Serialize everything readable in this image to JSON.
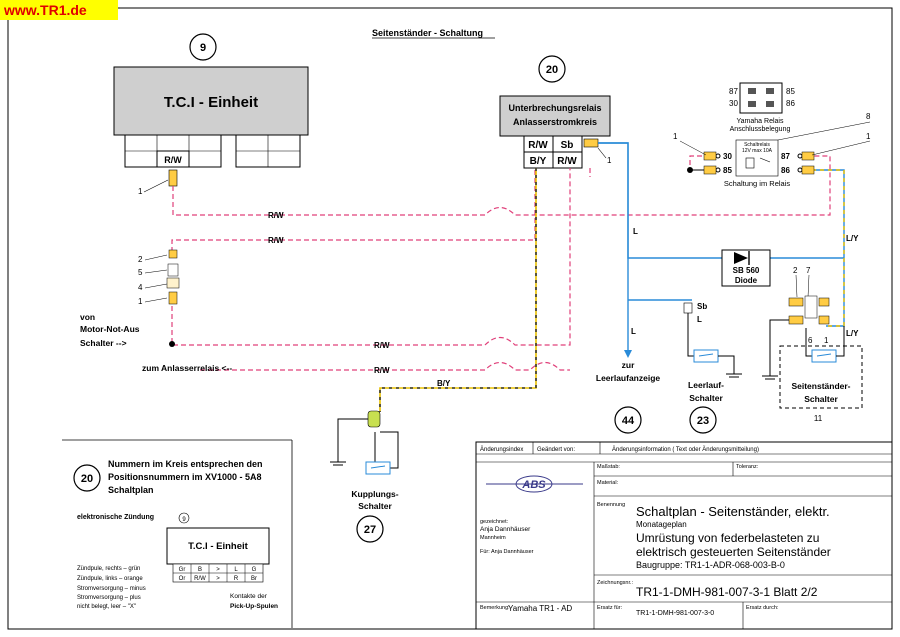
{
  "site": "www.TR1.de",
  "title": "Seitenständer - Schaltung",
  "circle_numbers": {
    "tci": "9",
    "relay": "20",
    "kupplung": "27",
    "leerlaufanzeige": "44",
    "leerlauf_schalter": "23"
  },
  "tci_label": "T.C.I - Einheit",
  "tci_pin": "R/W",
  "relay_title": "Unterbrechungsrelais",
  "relay_subtitle": "Anlasserstromkreis",
  "relay_pins": [
    "R/W",
    "Sb",
    "B/Y",
    "R/W"
  ],
  "wire_labels": {
    "rw1": "R/W",
    "rw2": "R/W",
    "rw3": "R/W",
    "rw4": "R/W",
    "by": "B/Y",
    "l1": "L",
    "l2": "L",
    "ly1": "L/Y",
    "ly2": "L/Y",
    "sb": "Sb",
    "l3": "L"
  },
  "connector_nums": [
    "2",
    "5",
    "4",
    "1"
  ],
  "pointer_one": "1",
  "von_text": [
    "von",
    "Motor-Not-Aus",
    "Schalter -->"
  ],
  "anlasser_text": "zum Anlasserrelais <--",
  "zur_text": [
    "zur",
    "Leerlaufanzeige"
  ],
  "leerlauf_text": [
    "Leerlauf-",
    "Schalter"
  ],
  "kupplung_text": [
    "Kupplungs-",
    "Schalter"
  ],
  "seiten_text": [
    "Seitenständer-",
    "Schalter"
  ],
  "seiten_nums": {
    "a": "2",
    "b": "7",
    "c": "6",
    "d": "1",
    "bottom": "11"
  },
  "diode": {
    "name": "SB 560",
    "sub": "Diode"
  },
  "relay_right": {
    "title": [
      "Yamaha Relais",
      "Anschlussbelegung"
    ],
    "pins": [
      "87",
      "85",
      "30",
      "86"
    ],
    "inner": [
      "Schaltrelais",
      "12V  max 10A"
    ],
    "caption": "Schaltung im Relais",
    "num_8": "8",
    "num_1": "1",
    "pin30": "30",
    "pin85": "85",
    "pin87": "87",
    "pin86": "86"
  },
  "legend": {
    "num": "20",
    "text": [
      "Nummern im Kreis entsprechen den",
      "Positionsnummern im XV1000 - 5A8",
      "Schaltplan"
    ],
    "ez": "elektronische Zündung",
    "tci_num": "9",
    "tci_label": "T.C.I - Einheit",
    "pins_top": [
      "Gr",
      "B",
      ">",
      "L",
      "G"
    ],
    "pins_bottom": [
      "Or",
      "R/W",
      ">",
      "R",
      "Br"
    ],
    "left_notes": [
      "Zündpule, rechts – grün",
      "Zündpule, links – orange",
      "Stromversorgung – minus",
      "Stromversorgung – plus",
      "nicht belegt, leer – \"X\""
    ],
    "right_notes": [
      "Kontakte der",
      "Pick-Up-Spulen"
    ]
  },
  "titleblock": {
    "aenderungsindex": "Änderungsindex",
    "geaendert": "Geändert von:",
    "aenderungsinfo": "Änderungsinformation ( Text oder Änderungsmitteilung)",
    "massstab": "Maßstab:",
    "toleranz": "Toleranz:",
    "material": "Material:",
    "benennung": "Benennung",
    "name1": "Schaltplan - Seitenständer, elektr.",
    "name2": "Monatageplan",
    "name3": "Umrüstung von federbelasteten zu",
    "name4": "elektrisch gesteuerten Seitenständer",
    "name5": "Baugruppe: TR1-1-ADR-068-003-B-0",
    "gezeichnet": "gezeichnet:",
    "author": "Anja Dannhäuser",
    "city": "Mannheim",
    "fuer": "Für: Anja Dannhäuser",
    "zeichnungsnr": "Zeichnungsnr.:",
    "drawing_no": "TR1-1-DMH-981-007-3-1  Blatt 2/2",
    "bemerkung": "Bemerkung:",
    "bemerkung_val": "Yamaha TR1 - AD",
    "ersatz_fuer": "Ersatz für:",
    "ersatz_val": "TR1-1-DMH-981-007-3-0",
    "ersatz_durch": "Ersatz durch:",
    "logo": "ABS"
  }
}
